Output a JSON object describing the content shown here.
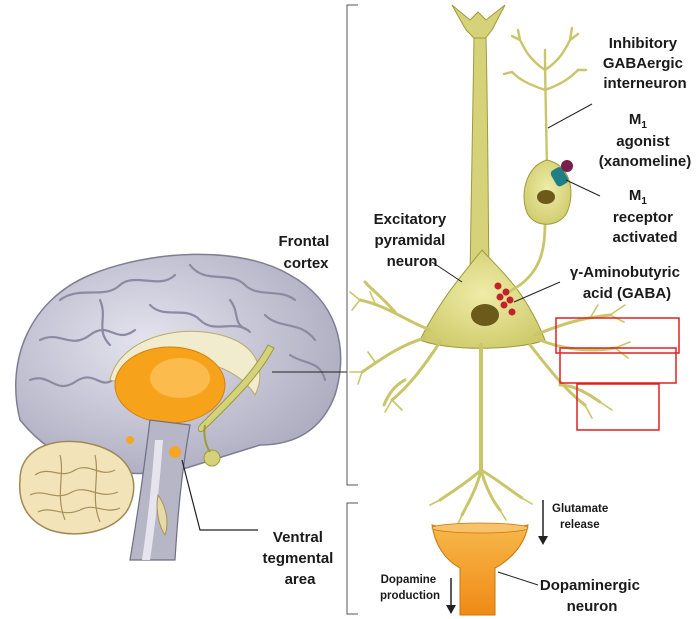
{
  "labels": {
    "frontal_cortex": [
      "Frontal",
      "cortex"
    ],
    "ventral_tegmental": [
      "Ventral",
      "tegmental",
      "area"
    ],
    "interneuron": [
      "Inhibitory",
      "GABAergic",
      "interneuron"
    ],
    "m1_agonist": {
      "letter": "M",
      "sub": "1",
      "rest": [
        "agonist",
        "(xanomeline)"
      ]
    },
    "m1_receptor": {
      "letter": "M",
      "sub": "1",
      "rest": [
        "receptor",
        "activated"
      ]
    },
    "excitatory": [
      "Excitatory",
      "pyramidal",
      "neuron"
    ],
    "gaba": [
      "γ-Aminobutyric",
      "acid (GABA)"
    ],
    "glutamate": [
      "Glutamate",
      "release"
    ],
    "dopamine_production": [
      "Dopamine",
      "production"
    ],
    "dopaminergic": [
      "Dopaminergic",
      "neuron"
    ]
  },
  "colors": {
    "neuron_fill": "#d6d27a",
    "neuron_stroke": "#9c9a3c",
    "nucleus": "#6b5a1a",
    "dopaminergic_orange": "#f5a623",
    "brain_grey": "#c9c8d6",
    "cerebellum": "#f3e3b8",
    "gaba_dots": "#c0242a",
    "agonist_purple": "#7a1f4a",
    "receptor_teal": "#1f7f86",
    "highlight_box": "#e02020"
  }
}
